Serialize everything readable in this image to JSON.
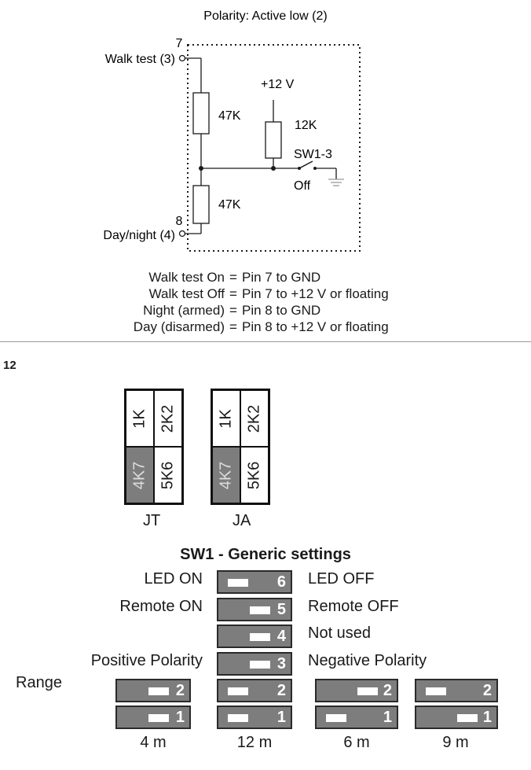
{
  "circuit": {
    "title": "Polarity: Active low (2)",
    "pin7": "7",
    "pin8": "8",
    "walk_test": "Walk test (3)",
    "day_night": "Day/night (4)",
    "r_top": "47K",
    "r_bottom": "47K",
    "r_pullup": "12K",
    "supply": "+12 V",
    "switch": "SW1-3",
    "switch_state": "Off"
  },
  "equations": [
    {
      "left": "Walk test On",
      "right": "Pin 7 to GND"
    },
    {
      "left": "Walk test Off",
      "right": "Pin 7 to +12 V or floating"
    },
    {
      "left": "Night (armed)",
      "right": "Pin 8 to GND"
    },
    {
      "left": "Day (disarmed)",
      "right": "Pin 8 to +12 V or floating"
    }
  ],
  "equals": "=",
  "section_label": "12",
  "jumpers": [
    {
      "name": "JT",
      "cells": [
        "1K",
        "2K2",
        "4K7",
        "5K6"
      ]
    },
    {
      "name": "JA",
      "cells": [
        "1K",
        "2K2",
        "4K7",
        "5K6"
      ]
    }
  ],
  "sw1": {
    "title": "SW1 - Generic settings",
    "rows": [
      {
        "num": "6",
        "left": "LED ON",
        "right": "LED OFF",
        "knob": "left"
      },
      {
        "num": "5",
        "left": "Remote ON",
        "right": "Remote OFF",
        "knob": "right"
      },
      {
        "num": "4",
        "left": "",
        "right": "Not used",
        "knob": "right"
      },
      {
        "num": "3",
        "left": "Positive Polarity",
        "right": "Negative Polarity",
        "knob": "right"
      }
    ],
    "range_label": "Range",
    "ranges": [
      {
        "label": "4 m",
        "sw2": "right",
        "sw1": "right"
      },
      {
        "label": "12 m",
        "sw2": "left",
        "sw1": "left"
      },
      {
        "label": "6 m",
        "sw2": "right",
        "sw1": "left"
      },
      {
        "label": "9 m",
        "sw2": "left",
        "sw1": "right"
      }
    ],
    "num2": "2",
    "num1": "1"
  },
  "colors": {
    "switch_grey": "#7d7d7d",
    "line": "#1a1a1a"
  }
}
